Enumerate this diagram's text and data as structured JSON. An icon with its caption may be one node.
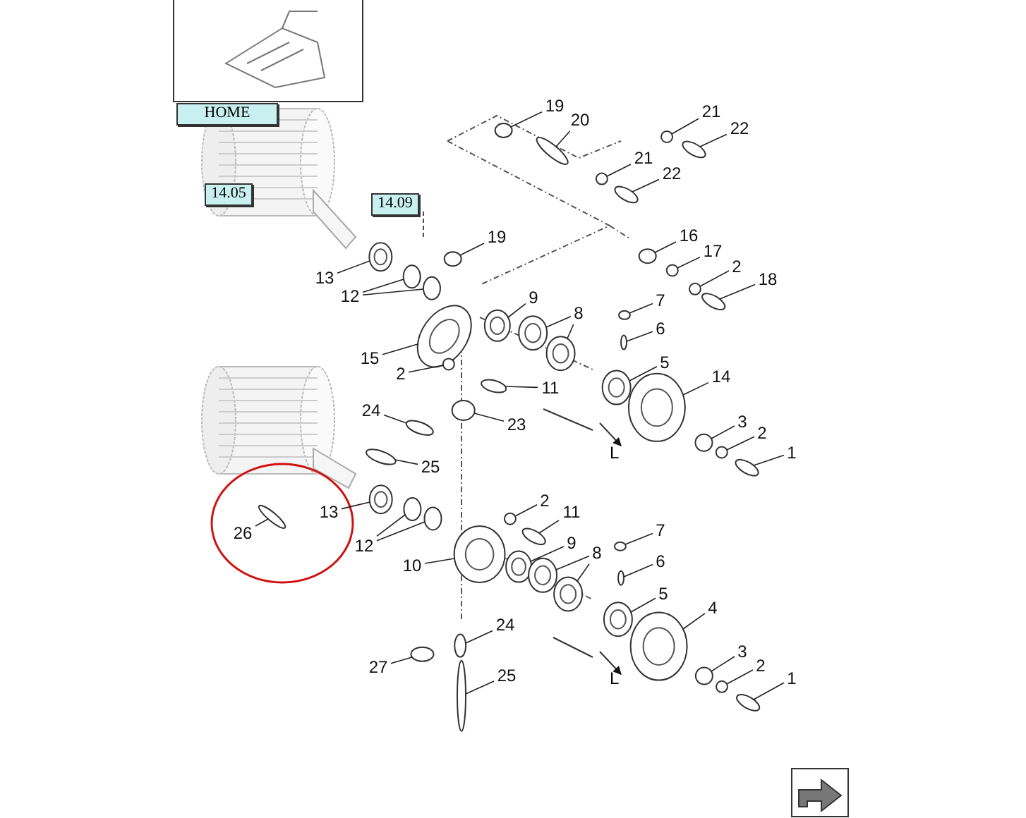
{
  "diagram": {
    "nodes": [
      {
        "text": [
          "HOME"
        ]
      },
      {
        "text": [
          "14.05"
        ]
      },
      {
        "text": [
          "14.09"
        ]
      },
      {
        "text": [
          "19"
        ]
      },
      {
        "text": [
          "20"
        ]
      },
      {
        "text": [
          "21"
        ]
      },
      {
        "text": [
          "22"
        ]
      },
      {
        "text": [
          "21"
        ]
      },
      {
        "text": [
          "22"
        ]
      },
      {
        "text": [
          "19"
        ]
      },
      {
        "text": [
          "16"
        ]
      },
      {
        "text": [
          "17"
        ]
      },
      {
        "text": [
          "2"
        ]
      },
      {
        "text": [
          "18"
        ]
      },
      {
        "text": [
          "13"
        ]
      },
      {
        "text": [
          "12"
        ]
      },
      {
        "text": [
          "9"
        ]
      },
      {
        "text": [
          "8"
        ]
      },
      {
        "text": [
          "7"
        ]
      },
      {
        "text": [
          "6"
        ]
      },
      {
        "text": [
          "15"
        ]
      },
      {
        "text": [
          "2"
        ]
      },
      {
        "text": [
          "5"
        ]
      },
      {
        "text": [
          "14"
        ]
      },
      {
        "text": [
          "11"
        ]
      },
      {
        "text": [
          "24"
        ]
      },
      {
        "text": [
          "23"
        ]
      },
      {
        "text": [
          "3"
        ]
      },
      {
        "text": [
          "2"
        ]
      },
      {
        "text": [
          "25"
        ]
      },
      {
        "text": [
          "1"
        ]
      },
      {
        "text": [
          "26"
        ]
      },
      {
        "text": [
          "13"
        ]
      },
      {
        "text": [
          "12"
        ]
      },
      {
        "text": [
          "2"
        ]
      },
      {
        "text": [
          "11"
        ]
      },
      {
        "text": [
          "10"
        ]
      },
      {
        "text": [
          "9"
        ]
      },
      {
        "text": [
          "8"
        ]
      },
      {
        "text": [
          "7"
        ]
      },
      {
        "text": [
          "6"
        ]
      },
      {
        "text": [
          "5"
        ]
      },
      {
        "text": [
          "4"
        ]
      },
      {
        "text": [
          "24"
        ]
      },
      {
        "text": [
          "27"
        ]
      },
      {
        "text": [
          "3"
        ]
      },
      {
        "text": [
          "25"
        ]
      },
      {
        "text": [
          "2"
        ]
      },
      {
        "text": [
          "1"
        ]
      },
      {
        "text": [],
        "shape": "circle"
      },
      {
        "text": [],
        "shape": "circle"
      },
      {
        "text": [],
        "shape": "circle"
      },
      {
        "text": [],
        "shape": "circle"
      },
      {
        "text": [],
        "shape": "circle"
      },
      {
        "text": [],
        "shape": "circle"
      },
      {
        "text": [],
        "shape": "circle"
      },
      {
        "text": [],
        "shape": "circle"
      },
      {
        "text": [],
        "shape": "circle"
      },
      {
        "text": [],
        "shape": "circle"
      },
      {
        "text": [],
        "shape": "circle"
      },
      {
        "text": [],
        "shape": "circle"
      },
      {
        "text": [],
        "shape": "circle"
      },
      {
        "text": [],
        "shape": "circle"
      },
      {
        "text": [],
        "shape": "circle"
      },
      {
        "text": [],
        "shape": "circle"
      },
      {
        "text": [],
        "shape": "circle"
      },
      {
        "text": [],
        "shape": "circle"
      },
      {
        "text": [],
        "shape": "circle"
      },
      {
        "text": [],
        "shape": "circle"
      },
      {
        "text": [],
        "shape": "circle"
      },
      {
        "text": [],
        "shape": "circle"
      },
      {
        "text": [],
        "shape": "circle"
      },
      {
        "text": [],
        "shape": "circle"
      },
      {
        "text": [],
        "shape": "circle"
      },
      {
        "text": [],
        "shape": "circle"
      },
      {
        "text": [],
        "shape": "circle"
      },
      {
        "text": [],
        "shape": "circle"
      },
      {
        "text": [],
        "shape": "circle"
      },
      {
        "text": [],
        "shape": "circle"
      },
      {
        "text": [],
        "shape": "circle"
      },
      {
        "text": [],
        "shape": "circle"
      },
      {
        "text": [],
        "shape": "circle"
      },
      {
        "text": [],
        "shape": "circle"
      },
      {
        "text": [],
        "shape": "circle"
      },
      {
        "text": [],
        "shape": "circle"
      },
      {
        "text": [],
        "shape": "circle"
      },
      {
        "text": [],
        "shape": "circle"
      },
      {
        "text": [],
        "shape": "circle"
      },
      {
        "text": [],
        "shape": "circle"
      },
      {
        "text": [],
        "shape": "circle"
      },
      {
        "text": [],
        "shape": "circle"
      },
      {
        "text": [],
        "shape": "circle"
      },
      {
        "text": [],
        "shape": "circle"
      },
      {
        "text": [],
        "shape": "circle"
      },
      {
        "text": [],
        "shape": "circle"
      },
      {
        "text": [],
        "shape": "circle"
      },
      {
        "text": [],
        "shape": "circle"
      },
      {
        "text": [],
        "shape": "circle"
      },
      {
        "text": [],
        "shape": "circle"
      }
    ],
    "edges": [
      {
        "from": null,
        "to": 2,
        "arrow": "to",
        "style": "dashed"
      },
      {
        "from": 3,
        "to": 49,
        "arrow": "none"
      },
      {
        "from": 4,
        "to": 50,
        "arrow": "none"
      },
      {
        "from": 5,
        "to": 51,
        "arrow": "none"
      },
      {
        "from": 6,
        "to": 52,
        "arrow": "none"
      },
      {
        "from": 7,
        "to": 53,
        "arrow": "none"
      },
      {
        "from": 8,
        "to": 54,
        "arrow": "none"
      },
      {
        "from": 9,
        "to": 55,
        "arrow": "none"
      },
      {
        "from": 10,
        "to": 56,
        "arrow": "none"
      },
      {
        "from": 11,
        "to": 57,
        "arrow": "none"
      },
      {
        "from": 12,
        "to": 58,
        "arrow": "none"
      },
      {
        "from": 13,
        "to": 59,
        "arrow": "none"
      },
      {
        "from": 14,
        "to": 60,
        "arrow": "none"
      },
      {
        "from": 15,
        "to": 61,
        "arrow": "none"
      },
      {
        "from": 15,
        "to": 62,
        "arrow": "none"
      },
      {
        "from": 16,
        "to": 63,
        "arrow": "none"
      },
      {
        "from": 17,
        "to": 64,
        "arrow": "none"
      },
      {
        "from": 17,
        "to": 65,
        "arrow": "none"
      },
      {
        "from": 18,
        "to": 66,
        "arrow": "none"
      },
      {
        "from": 19,
        "to": 67,
        "arrow": "none"
      },
      {
        "from": 20,
        "to": 68,
        "arrow": "none"
      },
      {
        "from": 21,
        "to": 69,
        "arrow": "none"
      },
      {
        "from": 22,
        "to": 70,
        "arrow": "none"
      },
      {
        "from": 23,
        "to": 71,
        "arrow": "none"
      },
      {
        "from": 24,
        "to": 72,
        "arrow": "none"
      },
      {
        "from": 25,
        "to": 73,
        "arrow": "none"
      },
      {
        "from": 26,
        "to": 74,
        "arrow": "none"
      },
      {
        "from": 27,
        "to": 75,
        "arrow": "none"
      },
      {
        "from": 28,
        "to": 76,
        "arrow": "none"
      },
      {
        "from": 29,
        "to": 77,
        "arrow": "none"
      },
      {
        "from": 30,
        "to": 78,
        "arrow": "none"
      },
      {
        "from": 31,
        "to": 79,
        "arrow": "none"
      },
      {
        "from": 32,
        "to": 80,
        "arrow": "none"
      },
      {
        "from": 33,
        "to": 81,
        "arrow": "none"
      },
      {
        "from": 33,
        "to": 82,
        "arrow": "none"
      },
      {
        "from": 34,
        "to": 83,
        "arrow": "none"
      },
      {
        "from": 35,
        "to": 84,
        "arrow": "none"
      },
      {
        "from": 36,
        "to": 85,
        "arrow": "none"
      },
      {
        "from": 37,
        "to": 86,
        "arrow": "none"
      },
      {
        "from": 38,
        "to": 87,
        "arrow": "none"
      },
      {
        "from": 38,
        "to": 88,
        "arrow": "none"
      },
      {
        "from": 39,
        "to": 89,
        "arrow": "none"
      },
      {
        "from": 40,
        "to": 90,
        "arrow": "none"
      },
      {
        "from": 41,
        "to": 91,
        "arrow": "none"
      },
      {
        "from": 42,
        "to": 92,
        "arrow": "none"
      },
      {
        "from": 43,
        "to": 93,
        "arrow": "none"
      },
      {
        "from": 44,
        "to": 94,
        "arrow": "none"
      },
      {
        "from": 45,
        "to": 95,
        "arrow": "none"
      },
      {
        "from": 46,
        "to": 96,
        "arrow": "none"
      },
      {
        "from": 47,
        "to": 97,
        "arrow": "none"
      },
      {
        "from": 48,
        "to": 98,
        "arrow": "none"
      }
    ],
    "labels": [
      "L",
      "L"
    ]
  }
}
